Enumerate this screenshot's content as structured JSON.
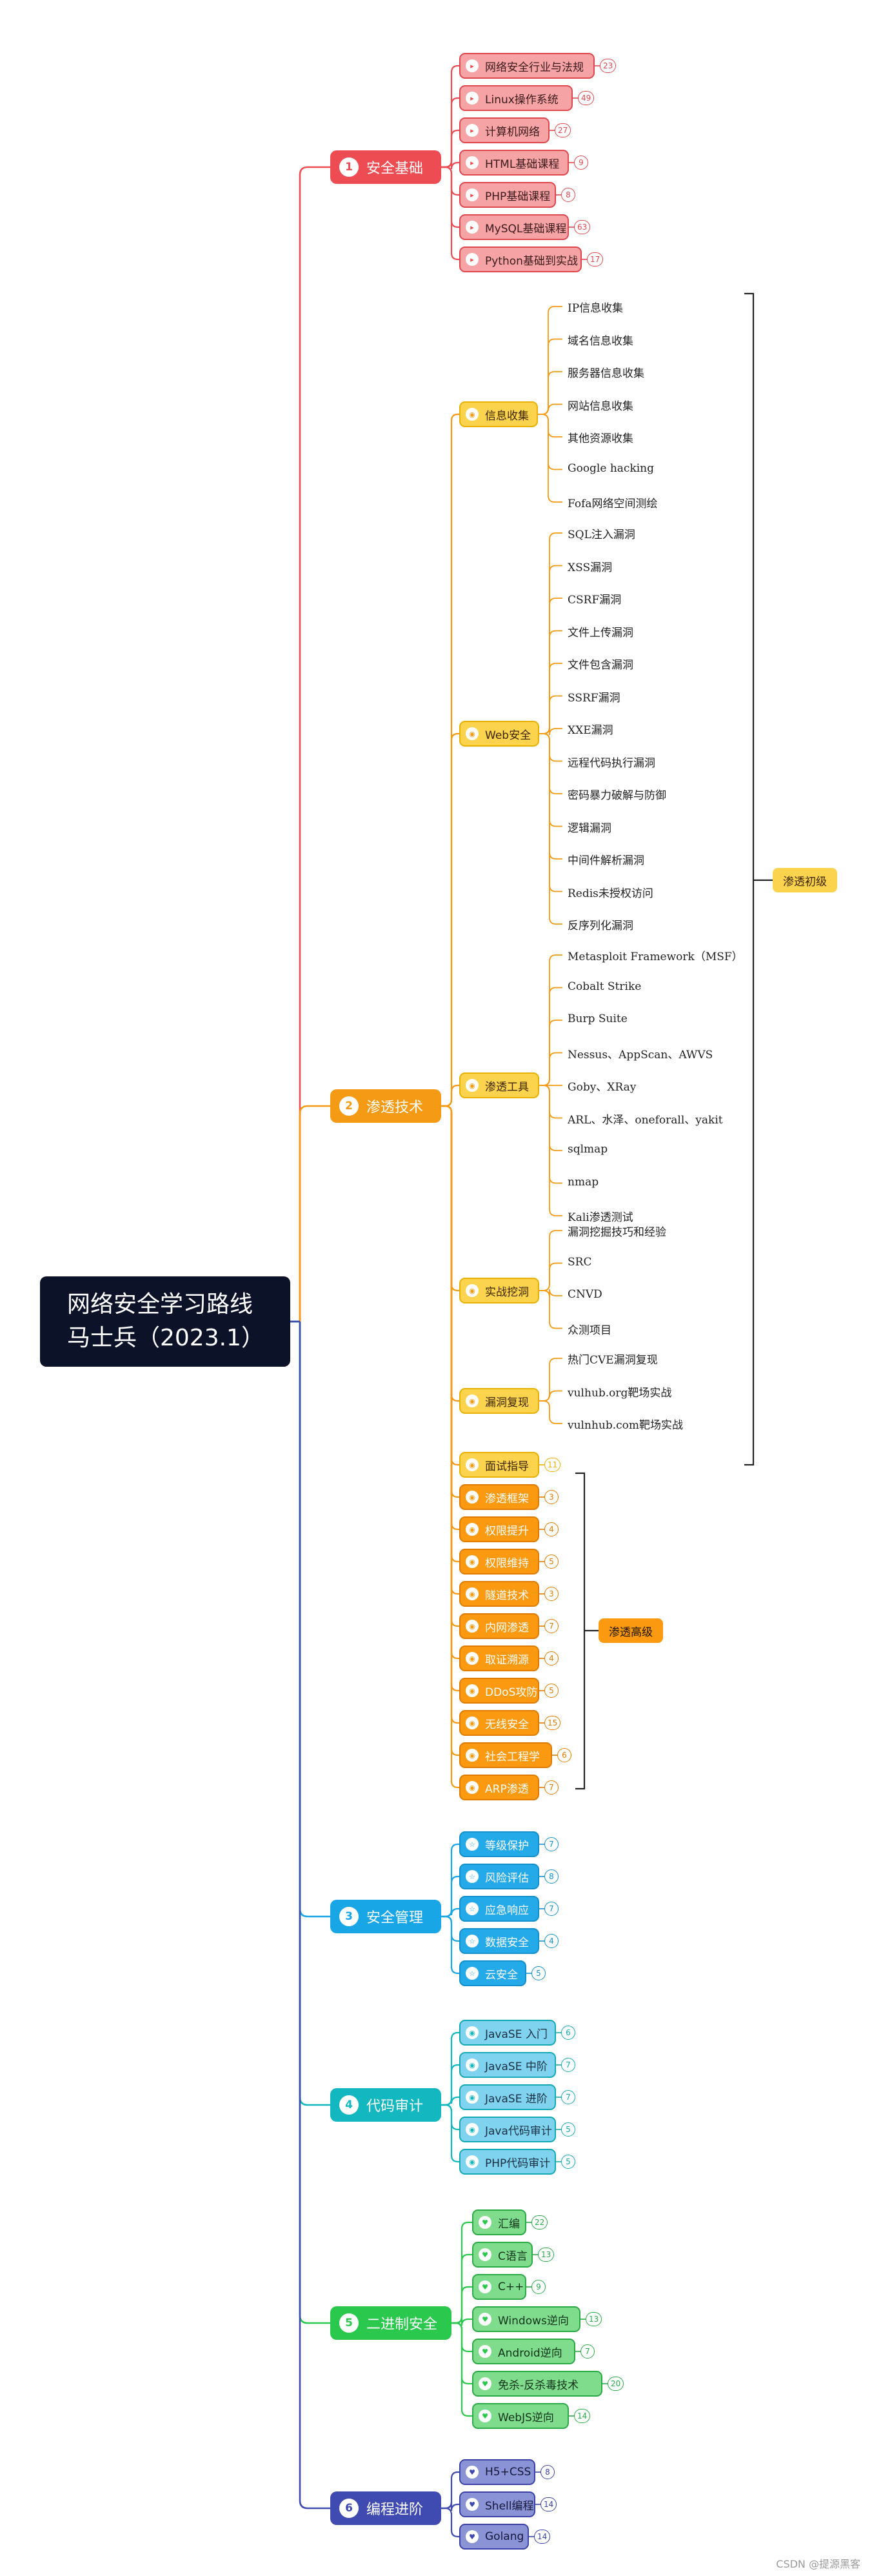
{
  "root": {
    "line1": "网络安全学习路线",
    "line2": "马士兵（2023.1）"
  },
  "categories": [
    {
      "num": "1",
      "label": "安全基础",
      "color": "#ec4c52",
      "items": [
        {
          "label": "网络安全行业与法规",
          "badge": "23"
        },
        {
          "label": "Linux操作系统",
          "badge": "49"
        },
        {
          "label": "计算机网络",
          "badge": "27"
        },
        {
          "label": "HTML基础课程",
          "badge": "9"
        },
        {
          "label": "PHP基础课程",
          "badge": "8"
        },
        {
          "label": "MySQL基础课程",
          "badge": "63"
        },
        {
          "label": "Python基础到实战",
          "badge": "17"
        }
      ]
    },
    {
      "num": "2",
      "label": "渗透技术",
      "color": "#f59a14",
      "items": [
        {
          "label": "信息收集",
          "leaves": [
            "IP信息收集",
            "域名信息收集",
            "服务器信息收集",
            "网站信息收集",
            "其他资源收集",
            "Google hacking",
            "Fofa网络空间测绘"
          ]
        },
        {
          "label": "Web安全",
          "leaves": [
            "SQL注入漏洞",
            "XSS漏洞",
            "CSRF漏洞",
            "文件上传漏洞",
            "文件包含漏洞",
            "SSRF漏洞",
            "XXE漏洞",
            "远程代码执行漏洞",
            "密码暴力破解与防御",
            "逻辑漏洞",
            "中间件解析漏洞",
            "Redis未授权访问",
            "反序列化漏洞"
          ]
        },
        {
          "label": "渗透工具",
          "leaves": [
            "Metasploit Framework（MSF）",
            "Cobalt Strike",
            "Burp Suite",
            "Nessus、AppScan、AWVS",
            "Goby、XRay",
            "ARL、水泽、oneforall、yakit",
            "sqlmap",
            "nmap",
            "Kali渗透测试"
          ]
        },
        {
          "label": "实战挖洞",
          "leaves": [
            "漏洞挖掘技巧和经验",
            "SRC",
            "CNVD",
            "众测项目"
          ]
        },
        {
          "label": "漏洞复现",
          "leaves": [
            "热门CVE漏洞复现",
            "vulhub.org靶场实战",
            "vulnhub.com靶场实战"
          ]
        },
        {
          "label": "面试指导",
          "badge": "11"
        },
        {
          "label": "渗透框架",
          "badge": "3"
        },
        {
          "label": "权限提升",
          "badge": "4"
        },
        {
          "label": "权限维持",
          "badge": "5"
        },
        {
          "label": "隧道技术",
          "badge": "3"
        },
        {
          "label": "内网渗透",
          "badge": "7"
        },
        {
          "label": "取证溯源",
          "badge": "4"
        },
        {
          "label": "DDoS攻防",
          "badge": "5"
        },
        {
          "label": "无线安全",
          "badge": "15"
        },
        {
          "label": "社会工程学",
          "badge": "6"
        },
        {
          "label": "ARP渗透",
          "badge": "7"
        }
      ],
      "tags": [
        {
          "label": "渗透初级"
        },
        {
          "label": "渗透高级"
        }
      ]
    },
    {
      "num": "3",
      "label": "安全管理",
      "color": "#19a6e6",
      "items": [
        {
          "label": "等级保护",
          "badge": "7"
        },
        {
          "label": "风险评估",
          "badge": "8"
        },
        {
          "label": "应急响应",
          "badge": "7"
        },
        {
          "label": "数据安全",
          "badge": "4"
        },
        {
          "label": "云安全",
          "badge": "5"
        }
      ]
    },
    {
      "num": "4",
      "label": "代码审计",
      "color": "#13b7bf",
      "items": [
        {
          "label": "JavaSE 入门",
          "badge": "6"
        },
        {
          "label": "JavaSE 中阶",
          "badge": "7"
        },
        {
          "label": "JavaSE 进阶",
          "badge": "7"
        },
        {
          "label": "Java代码审计",
          "badge": "5"
        },
        {
          "label": "PHP代码审计",
          "badge": "5"
        }
      ]
    },
    {
      "num": "5",
      "label": "二进制安全",
      "color": "#2bc84e",
      "items": [
        {
          "label": "汇编",
          "badge": "22"
        },
        {
          "label": "C语言",
          "badge": "13"
        },
        {
          "label": "C++",
          "badge": "9"
        },
        {
          "label": "Windows逆向",
          "badge": "13"
        },
        {
          "label": "Android逆向",
          "badge": "7"
        },
        {
          "label": "免杀-反杀毒技术",
          "badge": "20"
        },
        {
          "label": "WebJS逆向",
          "badge": "14"
        }
      ]
    },
    {
      "num": "6",
      "label": "编程进阶",
      "color": "#3f4bb0",
      "items": [
        {
          "label": "H5+CSS",
          "badge": "8"
        },
        {
          "label": "Shell编程",
          "badge": "14"
        },
        {
          "label": "Golang",
          "badge": "14"
        }
      ]
    }
  ],
  "watermark": "CSDN @提源黑客"
}
